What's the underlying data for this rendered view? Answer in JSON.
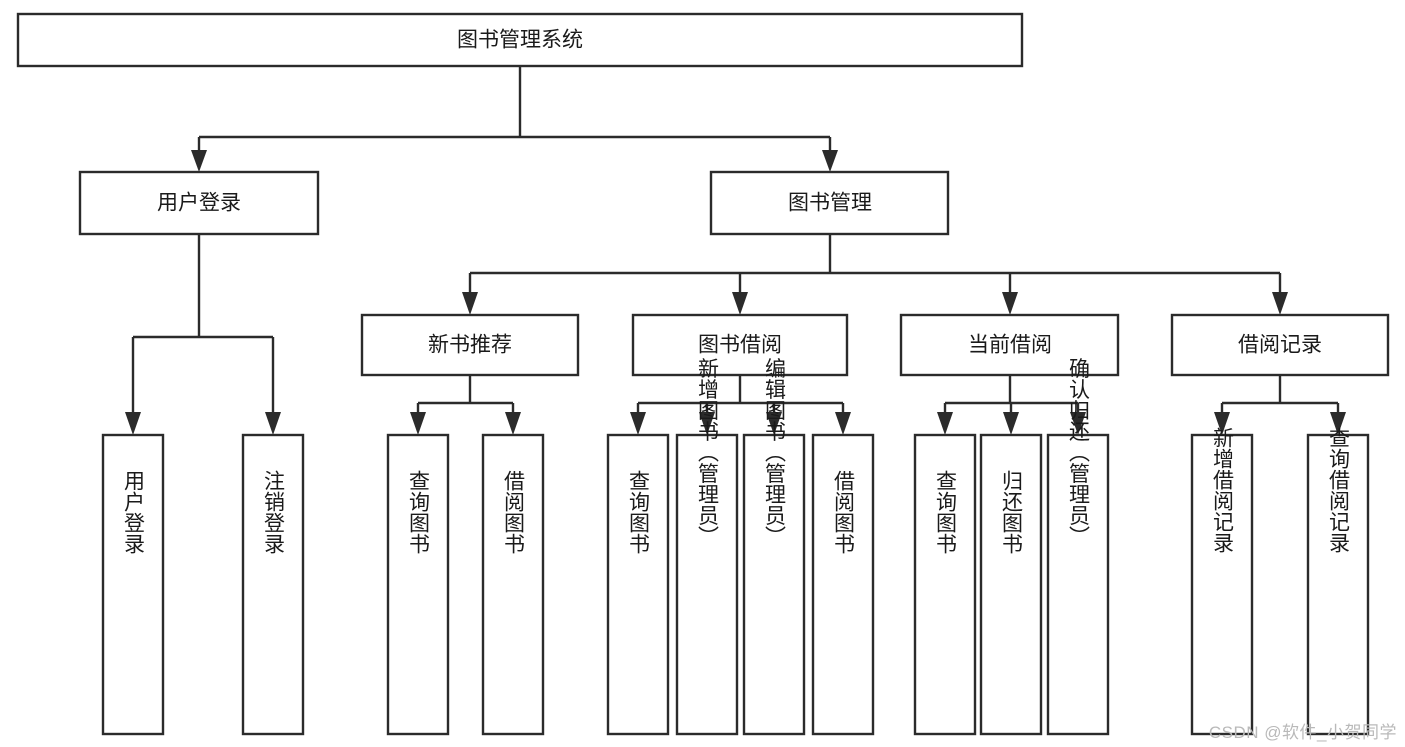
{
  "diagram": {
    "type": "tree",
    "title": "图书管理系统",
    "watermark": "CSDN @软件_小贺同学",
    "colors": {
      "stroke": "#2b2b2b",
      "fill": "#ffffff",
      "text": "#1a1a1a",
      "watermark": "#b9b9b9",
      "background": "#ffffff"
    },
    "nodes": {
      "root": {
        "label": "图书管理系统",
        "orientation": "horizontal",
        "level": 0
      },
      "l1_a": {
        "label": "用户登录",
        "orientation": "horizontal",
        "level": 1
      },
      "l1_b": {
        "label": "图书管理",
        "orientation": "horizontal",
        "level": 1
      },
      "l2_a": {
        "label": "新书推荐",
        "orientation": "horizontal",
        "level": 2
      },
      "l2_b": {
        "label": "图书借阅",
        "orientation": "horizontal",
        "level": 2
      },
      "l2_c": {
        "label": "当前借阅",
        "orientation": "horizontal",
        "level": 2
      },
      "l2_d": {
        "label": "借阅记录",
        "orientation": "horizontal",
        "level": 2
      },
      "leaf_1": {
        "label": "用户登录",
        "orientation": "vertical",
        "level": 3
      },
      "leaf_2": {
        "label": "注销登录",
        "orientation": "vertical",
        "level": 3
      },
      "leaf_3": {
        "label": "查询图书",
        "orientation": "vertical",
        "level": 3
      },
      "leaf_4": {
        "label": "借阅图书",
        "orientation": "vertical",
        "level": 3
      },
      "leaf_5": {
        "label": "查询图书",
        "orientation": "vertical",
        "level": 3
      },
      "leaf_6": {
        "label": "新增图书（管理员）",
        "orientation": "vertical",
        "level": 3
      },
      "leaf_7": {
        "label": "编辑图书（管理员）",
        "orientation": "vertical",
        "level": 3
      },
      "leaf_8": {
        "label": "借阅图书",
        "orientation": "vertical",
        "level": 3
      },
      "leaf_9": {
        "label": "查询图书",
        "orientation": "vertical",
        "level": 3
      },
      "leaf_10": {
        "label": "归还图书",
        "orientation": "vertical",
        "level": 3
      },
      "leaf_11": {
        "label": "确认归还（管理员）",
        "orientation": "vertical",
        "level": 3
      },
      "leaf_12": {
        "label": "新增借阅记录",
        "orientation": "vertical",
        "level": 3
      },
      "leaf_13": {
        "label": "查询借阅记录",
        "orientation": "vertical",
        "level": 3
      }
    },
    "edges": [
      {
        "from": "root",
        "to": "l1_a"
      },
      {
        "from": "root",
        "to": "l1_b"
      },
      {
        "from": "l1_a",
        "to": "leaf_1"
      },
      {
        "from": "l1_a",
        "to": "leaf_2"
      },
      {
        "from": "l1_b",
        "to": "l2_a"
      },
      {
        "from": "l1_b",
        "to": "l2_b"
      },
      {
        "from": "l1_b",
        "to": "l2_c"
      },
      {
        "from": "l1_b",
        "to": "l2_d"
      },
      {
        "from": "l2_a",
        "to": "leaf_3"
      },
      {
        "from": "l2_a",
        "to": "leaf_4"
      },
      {
        "from": "l2_b",
        "to": "leaf_5"
      },
      {
        "from": "l2_b",
        "to": "leaf_6"
      },
      {
        "from": "l2_b",
        "to": "leaf_7"
      },
      {
        "from": "l2_b",
        "to": "leaf_8"
      },
      {
        "from": "l2_c",
        "to": "leaf_9"
      },
      {
        "from": "l2_c",
        "to": "leaf_10"
      },
      {
        "from": "l2_c",
        "to": "leaf_11"
      },
      {
        "from": "l2_d",
        "to": "leaf_12"
      },
      {
        "from": "l2_d",
        "to": "leaf_13"
      }
    ]
  }
}
